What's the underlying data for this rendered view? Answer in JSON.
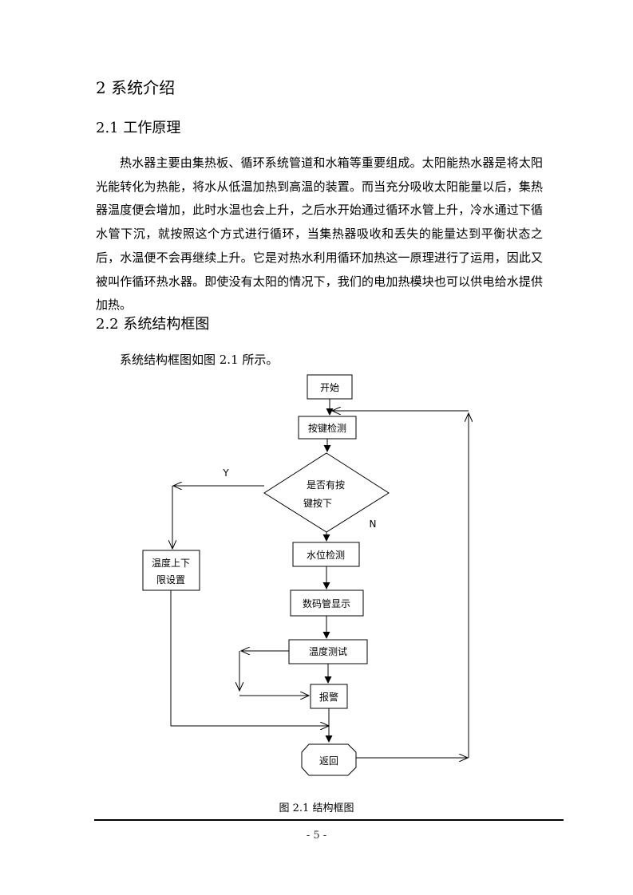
{
  "section": {
    "title": "2 系统介绍"
  },
  "subsection1": {
    "title": "2.1 工作原理",
    "paragraph": "热水器主要由集热板、循环系统管道和水箱等重要组成。太阳能热水器是将太阳光能转化为热能，将水从低温加热到高温的装置。而当充分吸收太阳能量以后，集热器温度便会增加，此时水温也会上升，之后水开始通过循环水管上升，冷水通过下循水管下沉，就按照这个方式进行循环，当集热器吸收和丢失的能量达到平衡状态之后，水温便不会再继续上升。它是对热水利用循环加热这一原理进行了运用，因此又被叫作循环热水器。即使没有太阳的情况下，我们的电加热模块也可以供电给水提供加热。"
  },
  "subsection2": {
    "title": "2.2 系统结构框图",
    "intro": "系统结构框图如图 2.1 所示。"
  },
  "flowchart": {
    "start": "开始",
    "key_detect": "按键检测",
    "decision_line1": "是否有按",
    "decision_line2": "键按下",
    "yes_label": "Y",
    "no_label": "N",
    "temp_limit_line1": "温度上下",
    "temp_limit_line2": "限设置",
    "water_level": "水位检测",
    "display": "数码管显示",
    "temp_test": "温度测试",
    "alarm": "报警",
    "return": "返回"
  },
  "figure_caption": "图 2.1 结构框图",
  "page_number": "- 5 -"
}
